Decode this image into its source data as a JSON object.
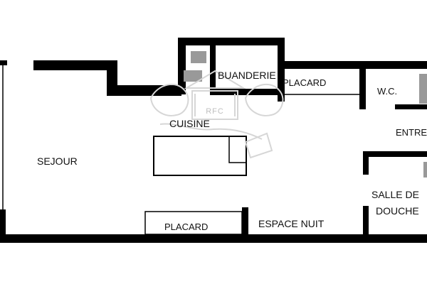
{
  "rooms": {
    "sejour": "SEJOUR",
    "cuisine": "CUISINE",
    "buanderie": "BUANDERIE",
    "placard_top": "PLACARD",
    "wc": "W.C.",
    "entree": "ENTREE",
    "salle_de_douche_line1": "SALLE DE",
    "salle_de_douche_line2": "DOUCHE",
    "placard_bottom": "PLACARD",
    "espace_nuit": "ESPACE NUIT"
  },
  "watermark": {
    "logo_text": "RFC"
  },
  "colors": {
    "wall": "#000000",
    "fixture": "#999999",
    "watermark": "#d6d6d6"
  }
}
